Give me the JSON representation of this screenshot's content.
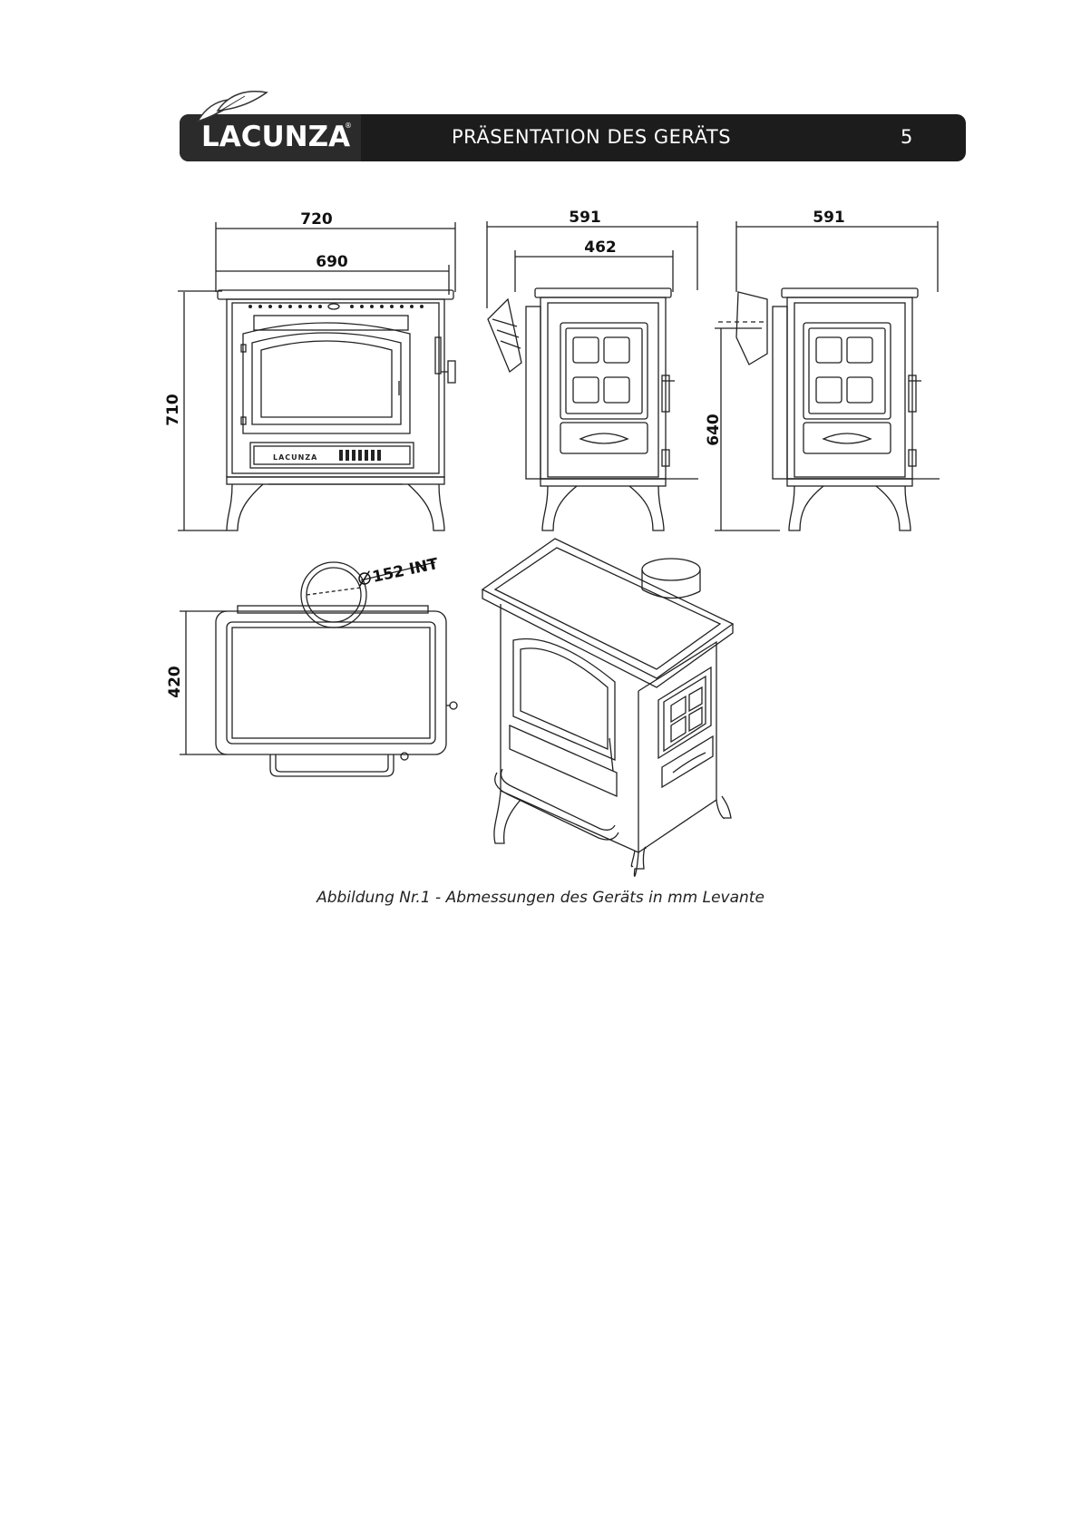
{
  "header": {
    "brand": "LACUNZA",
    "brand_mark": "®",
    "title": "PRÄSENTATION DES GERÄTS",
    "page_number": "5",
    "logo_icon": "leaf-logo-icon"
  },
  "figure": {
    "dimensions": {
      "front_outer_width": "720",
      "front_inner_width": "690",
      "front_height": "710",
      "side_outer_width": "591",
      "side_inner_width": "462",
      "side_right_width": "591",
      "flue_height": "640",
      "top_depth": "420",
      "flue_diameter": "152 INT"
    },
    "panel_label": "LACUNZA",
    "caption": "Abbildung  Nr.1 - Abmessungen des Geräts in mm Levante"
  }
}
